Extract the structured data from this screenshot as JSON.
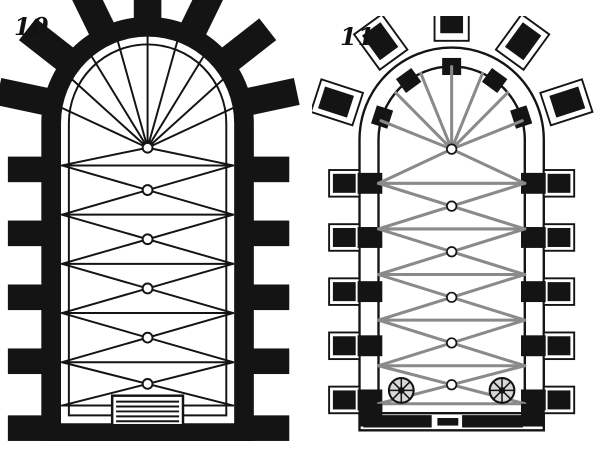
{
  "page": {
    "background_color": "#ffffff",
    "ink_color": "#141414",
    "rib_color": "#8a8a8a"
  },
  "figures": [
    {
      "id": "plan-10",
      "label": "10",
      "kind": "church-plan-engraving"
    },
    {
      "id": "plan-11",
      "label": "11",
      "kind": "church-plan-engraving"
    }
  ]
}
